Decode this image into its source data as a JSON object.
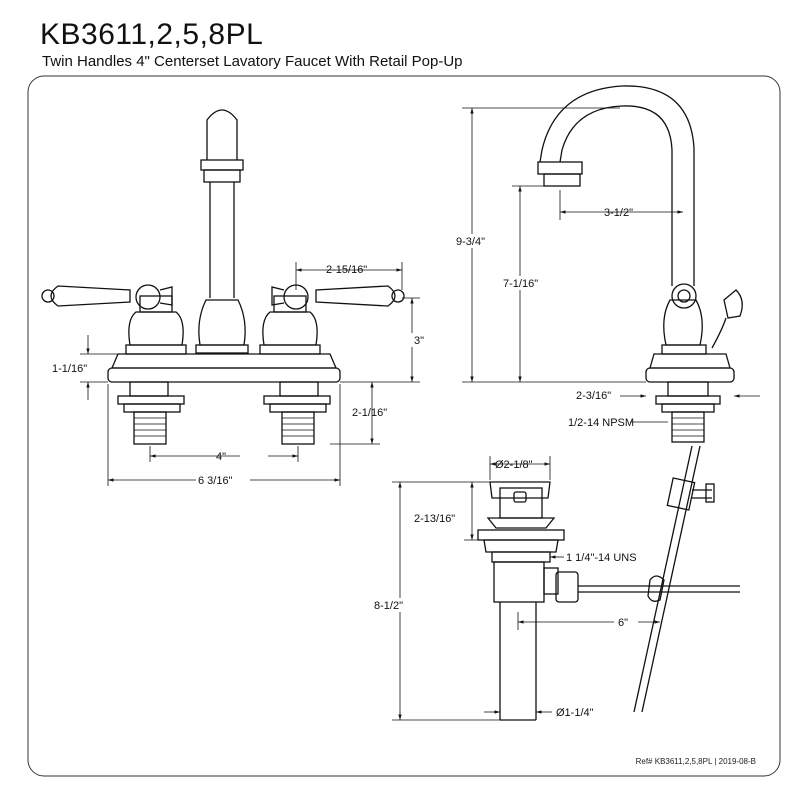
{
  "header": {
    "model": "KB3611,2,5,8PL",
    "description": "Twin Handles 4\" Centerset Lavatory Faucet With Retail Pop-Up"
  },
  "dimensions": {
    "spout_reach_front": "2-15/16\"",
    "handle_height": "3\"",
    "deck_thickness": "1-1/16\"",
    "shank_length": "2-1/16\"",
    "center_spacing": "4\"",
    "base_width": "6 3/16\"",
    "spout_reach_side": "3-1/2\"",
    "overall_height": "9-3/4\"",
    "spout_height": "7-1/16\"",
    "base_depth": "2-3/16\"",
    "supply_thread": "1/2-14 NPSM",
    "drain_flange_dia": "Ø2-1/8\"",
    "drain_flange_height": "2-13/16\"",
    "drain_thread": "1 1/4\"-14 UNS",
    "drain_length": "8-1/2\"",
    "pivot_rod_length": "6\"",
    "tailpiece_dia": "Ø1-1/4\""
  },
  "footer": {
    "reference": "Ref# KB3611,2,5,8PL | 2019-08-B"
  },
  "colors": {
    "line": "#111111",
    "background": "#ffffff"
  }
}
